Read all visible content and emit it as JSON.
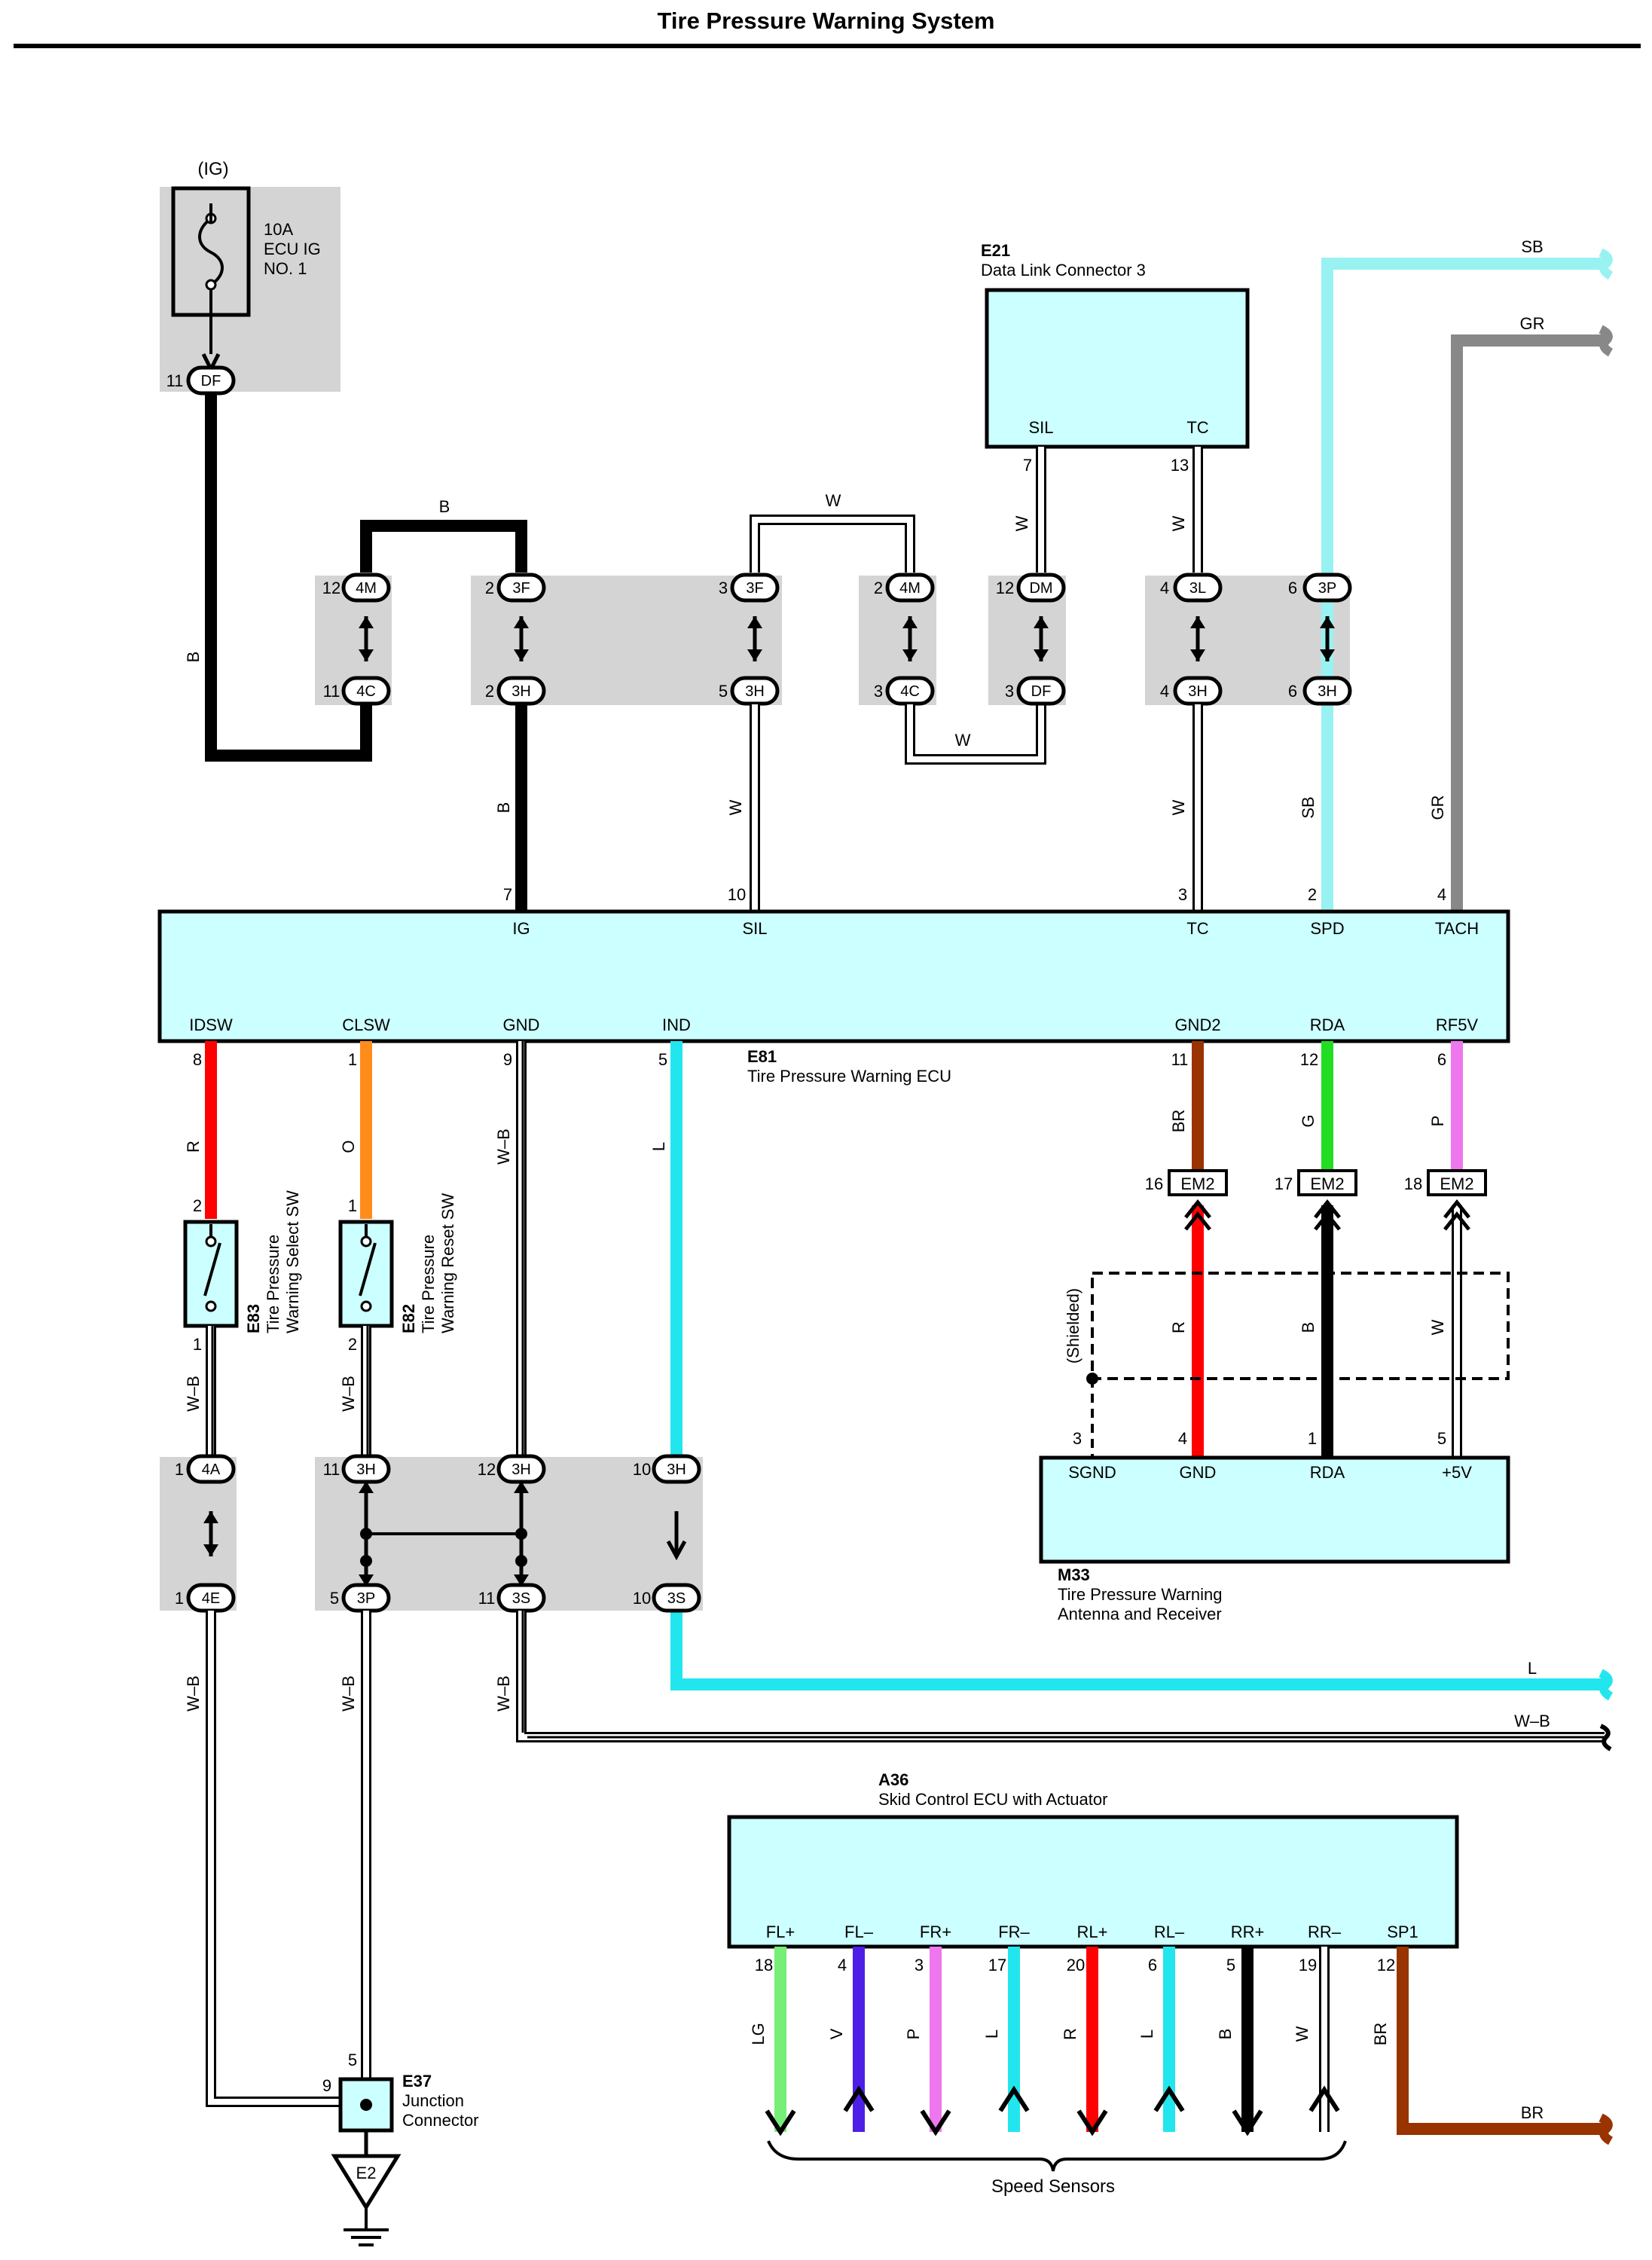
{
  "title": "Tire Pressure Warning System",
  "colors": {
    "B": "#000000",
    "W": "#ffffff",
    "SB": "#99f2f2",
    "GR": "#888888",
    "R": "#ff0000",
    "O": "#ff8c1a",
    "L": "#22e6ee",
    "BR": "#993300",
    "G": "#22dd22",
    "P": "#ee77ee",
    "LG": "#77ee77",
    "V": "#4d1fe6",
    "component_fill": "#ccffff",
    "junction_fill": "#d4d4d4"
  },
  "fuse": {
    "supply": "(IG)",
    "rating": "10A",
    "name_line1": "ECU IG",
    "name_line2": "NO. 1"
  },
  "e21": {
    "code": "E21",
    "name": "Data Link Connector 3",
    "pin_sil": "SIL",
    "pin_tc": "TC",
    "num_sil": "7",
    "num_tc": "13"
  },
  "connectors": {
    "j_df_top": "DF",
    "j_4m_l": "4M",
    "j_4c_l": "4C",
    "j_3f_a": "3F",
    "j_3h_a": "3H",
    "j_3f_b": "3F",
    "j_3h_b": "3H",
    "j_4m_r": "4M",
    "j_4c_r": "4C",
    "j_dm": "DM",
    "j_df_b": "DF",
    "j_3l": "3L",
    "j_3h_c": "3H",
    "j_3p": "3P",
    "j_3h_d": "3H",
    "j_4a": "4A",
    "j_4e": "4E",
    "j_3h_e": "3H",
    "j_3p_b": "3P",
    "j_3h_f": "3H",
    "j_3s_a": "3S",
    "j_3h_g": "3H",
    "j_3s_b": "3S",
    "em2_a": "EM2",
    "em2_b": "EM2",
    "em2_c": "EM2"
  },
  "pins": {
    "df_top": "11",
    "p4m_l": "12",
    "p4c_l": "11",
    "p3f_a": "2",
    "p3h_a": "2",
    "p3f_b": "3",
    "p3h_b": "5",
    "p4m_r": "2",
    "p4c_r": "3",
    "pdm": "12",
    "pdf_b": "3",
    "p3l": "4",
    "p3h_c": "4",
    "p3p": "6",
    "p3h_d": "6",
    "p4a": "1",
    "p4e": "1",
    "p3h_e": "11",
    "p3p_b": "5",
    "p3h_f": "12",
    "p3s_a": "11",
    "p3h_g": "10",
    "p3s_b": "10",
    "em2_a": "16",
    "em2_b": "17",
    "em2_c": "18"
  },
  "wire_labels": {
    "b1": "B",
    "b2": "B",
    "b3": "B",
    "w_top": "W",
    "w_bot": "W",
    "w_sil": "W",
    "w_tc": "W",
    "w_sil2": "W",
    "w_tc2": "W",
    "sb": "SB",
    "sb2": "SB",
    "gr": "GR",
    "gr2": "GR",
    "r_idsw": "R",
    "o_clsw": "O",
    "wb_gnd": "W–B",
    "l_ind": "L",
    "br_gnd2": "BR",
    "g_rda": "G",
    "p_rf5v": "P",
    "r_ant": "R",
    "b_ant": "B",
    "w_ant": "W",
    "wb1": "W–B",
    "wb2": "W–B",
    "wb3": "W–B",
    "wb4": "W–B",
    "wb5": "W–B",
    "l_right": "L",
    "wb_right": "W–B",
    "br_right": "BR"
  },
  "e81": {
    "code": "E81",
    "name": "Tire Pressure Warning ECU",
    "top_pins": [
      {
        "name": "IG",
        "num": "7"
      },
      {
        "name": "SIL",
        "num": "10"
      },
      {
        "name": "TC",
        "num": "3"
      },
      {
        "name": "SPD",
        "num": "2"
      },
      {
        "name": "TACH",
        "num": "4"
      }
    ],
    "bottom_pins": [
      {
        "name": "IDSW",
        "num": "8"
      },
      {
        "name": "CLSW",
        "num": "1"
      },
      {
        "name": "GND",
        "num": "9"
      },
      {
        "name": "IND",
        "num": "5"
      },
      {
        "name": "GND2",
        "num": "11"
      },
      {
        "name": "RDA",
        "num": "12"
      },
      {
        "name": "RF5V",
        "num": "6"
      }
    ]
  },
  "e83": {
    "code": "E83",
    "line1": "Tire Pressure",
    "line2": "Warning Select SW",
    "pin_top": "2",
    "pin_bot": "1"
  },
  "e82": {
    "code": "E82",
    "line1": "Tire Pressure",
    "line2": "Warning Reset SW",
    "pin_top": "1",
    "pin_bot": "2"
  },
  "shield": {
    "label": "(Shielded)"
  },
  "m33": {
    "code": "M33",
    "line1": "Tire Pressure Warning",
    "line2": "Antenna and Receiver",
    "pins": [
      {
        "name": "SGND",
        "num": "3"
      },
      {
        "name": "GND",
        "num": "4"
      },
      {
        "name": "RDA",
        "num": "1"
      },
      {
        "name": "+5V",
        "num": "5"
      }
    ]
  },
  "e37": {
    "code": "E37",
    "line1": "Junction",
    "line2": "Connector",
    "pin_top": "5",
    "pin_left": "9"
  },
  "ground": {
    "label": "E2"
  },
  "a36": {
    "code": "A36",
    "name": "Skid Control ECU with Actuator",
    "sensors_label": "Speed Sensors",
    "pins": [
      {
        "name": "FL+",
        "num": "18",
        "wire": "LG"
      },
      {
        "name": "FL–",
        "num": "4",
        "wire": "V"
      },
      {
        "name": "FR+",
        "num": "3",
        "wire": "P"
      },
      {
        "name": "FR–",
        "num": "17",
        "wire": "L"
      },
      {
        "name": "RL+",
        "num": "20",
        "wire": "R"
      },
      {
        "name": "RL–",
        "num": "6",
        "wire": "L"
      },
      {
        "name": "RR+",
        "num": "5",
        "wire": "B"
      },
      {
        "name": "RR–",
        "num": "19",
        "wire": "W"
      },
      {
        "name": "SP1",
        "num": "12",
        "wire": "BR"
      }
    ]
  }
}
